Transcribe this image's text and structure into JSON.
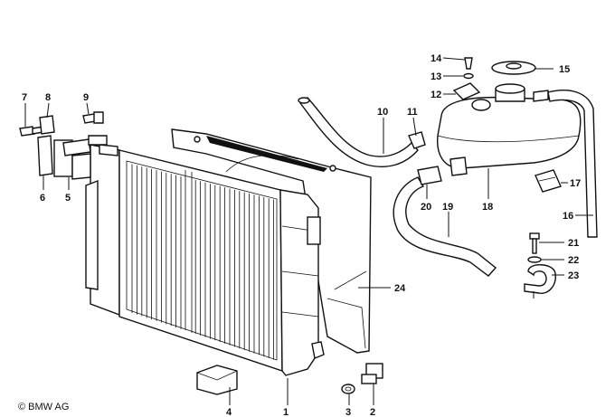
{
  "callouts": [
    "1",
    "2",
    "3",
    "4",
    "5",
    "6",
    "7",
    "8",
    "9",
    "10",
    "11",
    "12",
    "13",
    "14",
    "15",
    "16",
    "17",
    "18",
    "19",
    "20",
    "21",
    "22",
    "23",
    "24"
  ],
  "copyright": "© BMW AG"
}
